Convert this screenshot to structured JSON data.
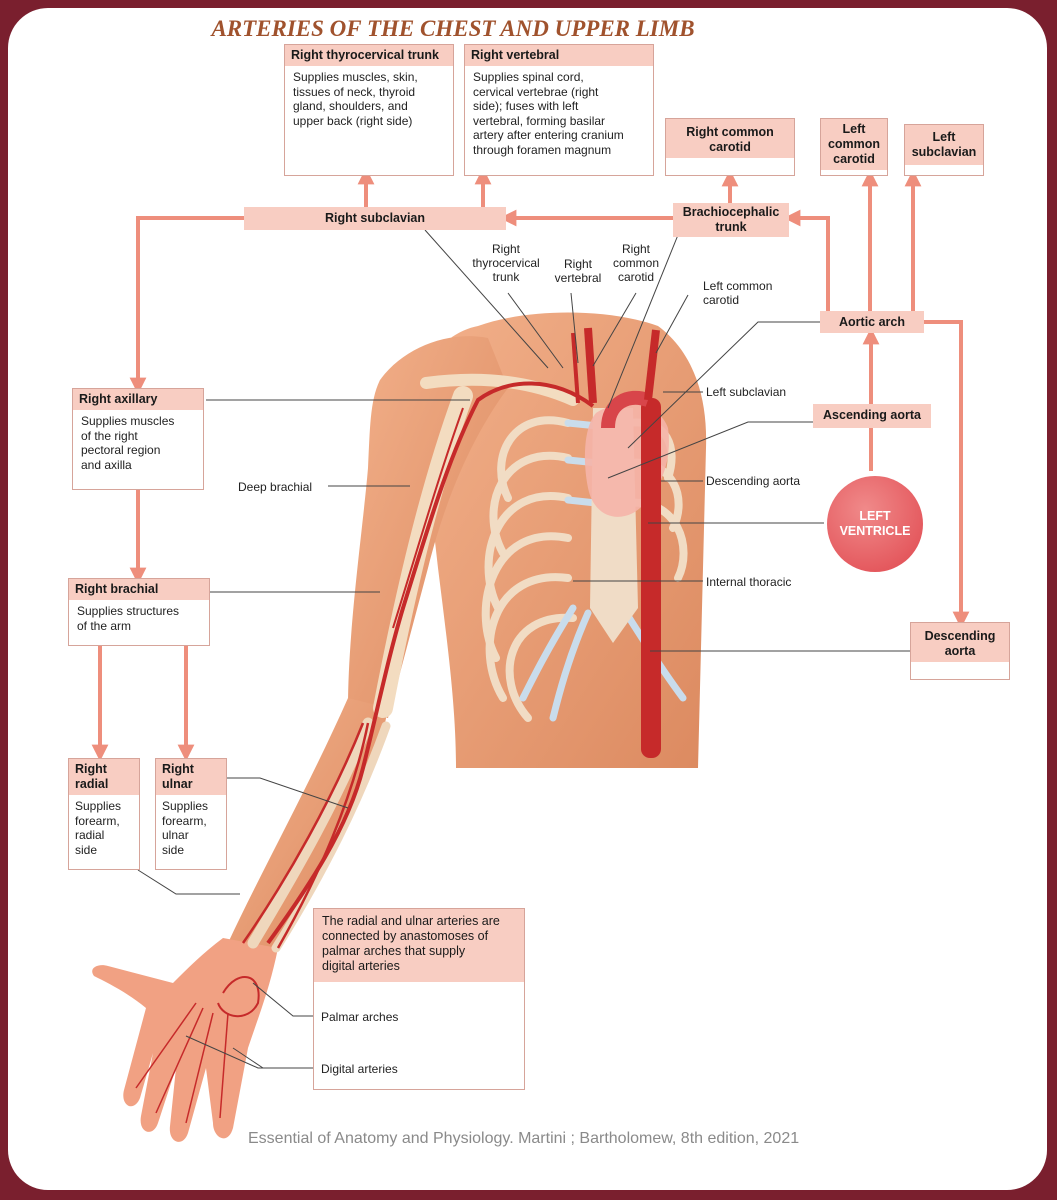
{
  "title": "ARTERIES OF THE CHEST AND UPPER LIMB",
  "footer": "Essential of Anatomy and Physiology. Martini ; Bartholomew, 8th edition, 2021",
  "boxes": {
    "right_thyrocervical_trunk": {
      "heading": "Right thyrocervical trunk",
      "body": [
        "Supplies muscles, skin,",
        "tissues of neck, thyroid",
        "gland, shoulders, and",
        "upper back (right side)"
      ]
    },
    "right_vertebral": {
      "heading": "Right vertebral",
      "body": [
        "Supplies spinal cord,",
        "cervical vertebrae (right",
        "side); fuses with left",
        "vertebral, forming basilar",
        "artery after entering cranium",
        "through foramen magnum"
      ]
    },
    "right_common_carotid": {
      "heading": [
        "Right common",
        "carotid"
      ]
    },
    "left_common_carotid": {
      "heading": [
        "Left",
        "common",
        "carotid"
      ]
    },
    "left_subclavian": {
      "heading": [
        "Left",
        "subclavian"
      ]
    },
    "right_subclavian": {
      "heading": "Right subclavian"
    },
    "brachiocephalic_trunk": {
      "heading": [
        "Brachiocephalic",
        "trunk"
      ]
    },
    "aortic_arch": {
      "heading": "Aortic arch"
    },
    "ascending_aorta": {
      "heading": "Ascending aorta"
    },
    "left_ventricle": {
      "heading": [
        "LEFT",
        "VENTRICLE"
      ]
    },
    "descending_aorta": {
      "heading": [
        "Descending",
        "aorta"
      ]
    },
    "right_axillary": {
      "heading": "Right axillary",
      "body": [
        "Supplies muscles",
        "of the right",
        "pectoral region",
        "and axilla"
      ]
    },
    "right_brachial": {
      "heading": "Right brachial",
      "body": [
        "Supplies structures",
        "of the arm"
      ]
    },
    "right_radial": {
      "heading": [
        "Right",
        "radial"
      ],
      "body": [
        "Supplies",
        "forearm,",
        "radial",
        "side"
      ]
    },
    "right_ulnar": {
      "heading": [
        "Right",
        "ulnar"
      ],
      "body": [
        "Supplies",
        "forearm,",
        "ulnar",
        "side"
      ]
    },
    "palmar_note": {
      "heading": [
        "The radial and ulnar arteries are",
        "connected by anastomoses of",
        "palmar arches that supply",
        "digital arteries"
      ],
      "rows": [
        "Palmar arches",
        "Digital arteries"
      ]
    }
  },
  "labels": {
    "right_thyrocervical_trunk": [
      "Right",
      "thyrocervical",
      "trunk"
    ],
    "right_vertebral": [
      "Right",
      "vertebral"
    ],
    "right_common_carotid": [
      "Right",
      "common",
      "carotid"
    ],
    "left_common_carotid": [
      "Left common",
      "carotid"
    ],
    "left_subclavian": "Left subclavian",
    "descending_aorta": "Descending aorta",
    "internal_thoracic": "Internal thoracic",
    "deep_brachial": "Deep brachial"
  },
  "colors": {
    "frame": "#7a1f2e",
    "box_header": "#f8cdc2",
    "arrow": "#ee8e7c",
    "title": "#a0522d",
    "artery": "#c62a2a",
    "skin": "#e99a70"
  }
}
